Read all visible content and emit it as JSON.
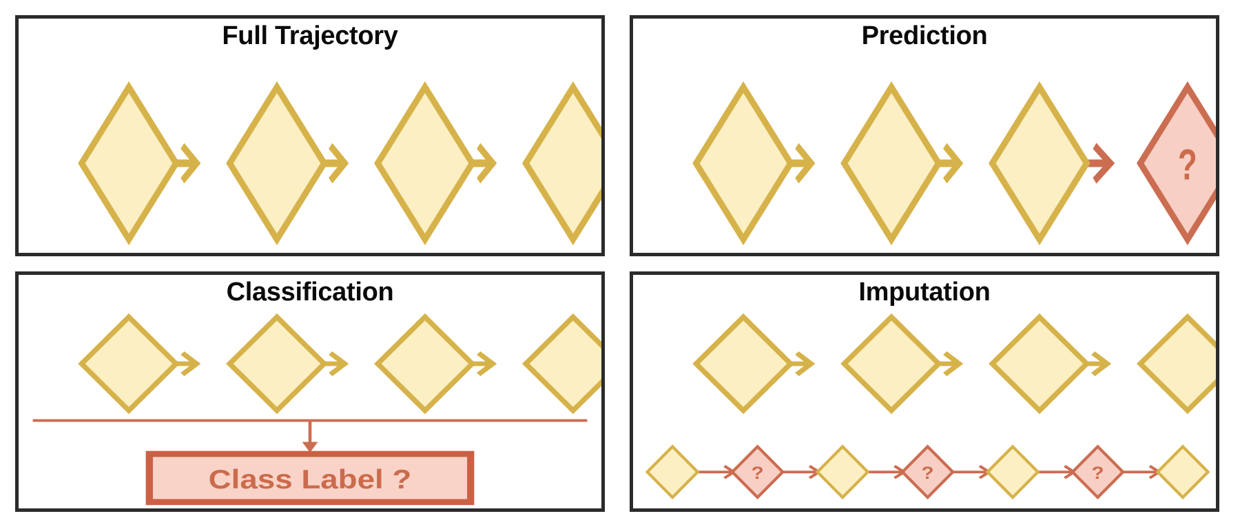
{
  "colors": {
    "panel_border": "#2b2b2b",
    "background": "#ffffff",
    "known_fill": "#FCEFC3",
    "known_stroke": "#D6B24A",
    "unknown_fill": "#F8CFC4",
    "unknown_stroke": "#CB6D51",
    "unknown_text": "#CB6B4C",
    "arrow_known": "#D6B24A",
    "arrow_unknown": "#CB6D51",
    "title_text": "#0a0a0a"
  },
  "panels": [
    {
      "id": "full-trajectory",
      "title": "Full Trajectory",
      "rows": [
        {
          "id": "main-sequence",
          "nodes": [
            {
              "state": "known",
              "label": ""
            },
            {
              "state": "known",
              "label": ""
            },
            {
              "state": "known",
              "label": ""
            },
            {
              "state": "known",
              "label": ""
            }
          ],
          "arrows": [
            "known",
            "known",
            "known"
          ]
        }
      ],
      "extras": []
    },
    {
      "id": "prediction",
      "title": "Prediction",
      "rows": [
        {
          "id": "main-sequence",
          "nodes": [
            {
              "state": "known",
              "label": ""
            },
            {
              "state": "known",
              "label": ""
            },
            {
              "state": "known",
              "label": ""
            },
            {
              "state": "unknown",
              "label": "?"
            }
          ],
          "arrows": [
            "known",
            "known",
            "unknown"
          ]
        }
      ],
      "extras": []
    },
    {
      "id": "classification",
      "title": "Classification",
      "rows": [
        {
          "id": "main-sequence",
          "nodes": [
            {
              "state": "known",
              "label": ""
            },
            {
              "state": "known",
              "label": ""
            },
            {
              "state": "known",
              "label": ""
            },
            {
              "state": "known",
              "label": ""
            }
          ],
          "arrows": [
            "known",
            "known",
            "known"
          ]
        }
      ],
      "extras": [
        {
          "type": "aggregation-line"
        },
        {
          "type": "down-arrow"
        },
        {
          "type": "class-label-box",
          "label": "Class Label ?"
        }
      ]
    },
    {
      "id": "imputation",
      "title": "Imputation",
      "rows": [
        {
          "id": "main-sequence",
          "nodes": [
            {
              "state": "known",
              "label": ""
            },
            {
              "state": "known",
              "label": ""
            },
            {
              "state": "known",
              "label": ""
            },
            {
              "state": "known",
              "label": ""
            }
          ],
          "arrows": [
            "known",
            "known",
            "known"
          ]
        },
        {
          "id": "gapped-sequence",
          "nodes": [
            {
              "state": "known",
              "label": ""
            },
            {
              "state": "unknown",
              "label": "?"
            },
            {
              "state": "known",
              "label": ""
            },
            {
              "state": "unknown",
              "label": "?"
            },
            {
              "state": "known",
              "label": ""
            },
            {
              "state": "unknown",
              "label": "?"
            },
            {
              "state": "known",
              "label": ""
            }
          ],
          "arrows": [
            "unknown",
            "unknown",
            "unknown",
            "unknown",
            "unknown",
            "unknown"
          ]
        }
      ],
      "extras": []
    }
  ],
  "class_label": {
    "text": "Class Label ?"
  }
}
